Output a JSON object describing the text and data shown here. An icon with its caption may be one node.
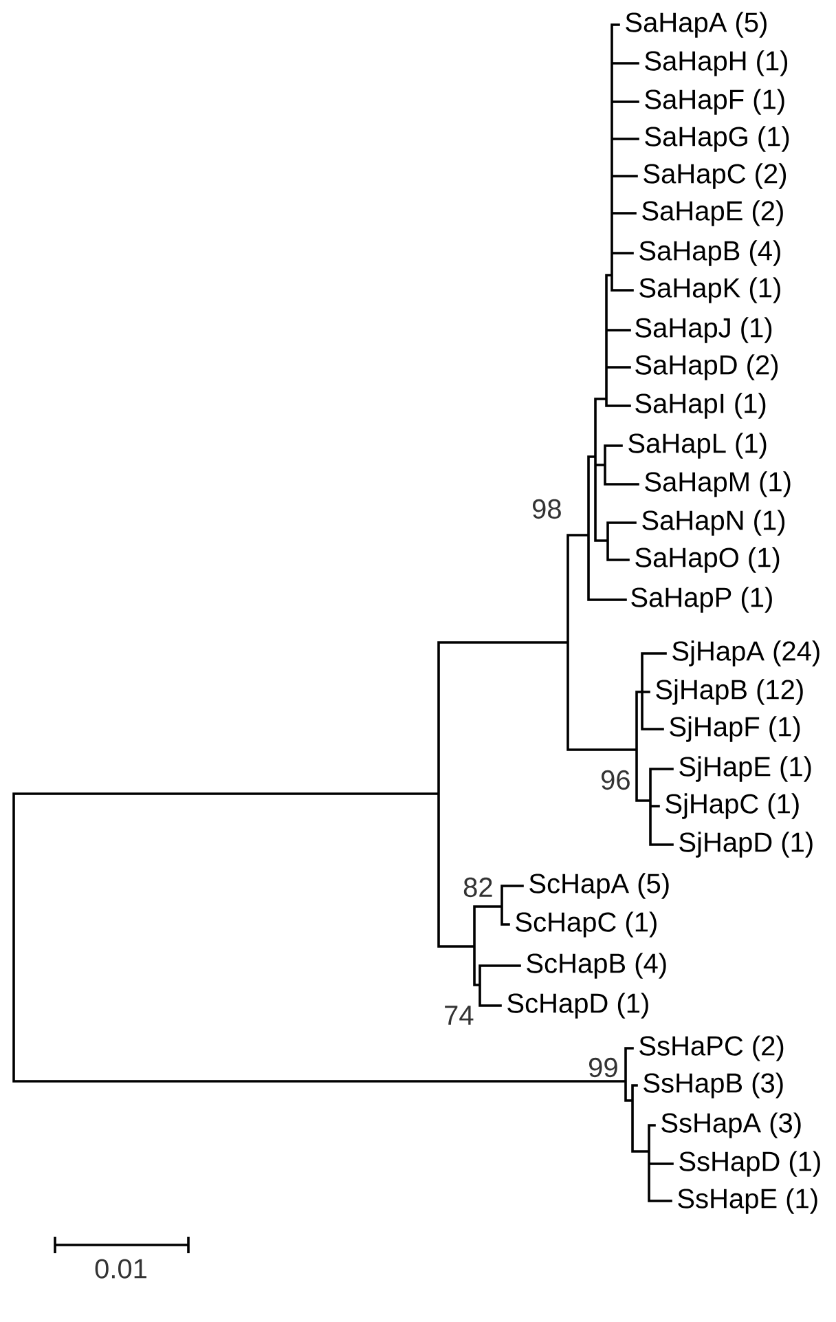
{
  "diagram": {
    "labels": [
      "SaHapA (5)",
      "SaHapH (1)",
      "SaHapF (1)",
      "SaHapG (1)",
      "SaHapC (2)",
      "SaHapE (2)",
      "SaHapB (4)",
      "SaHapK (1)",
      "SaHapJ (1)",
      "SaHapD (2)",
      "SaHapI (1)",
      "SaHapL (1)",
      "SaHapM (1)",
      "SaHapN (1)",
      "SaHapO (1)",
      "SaHapP (1)",
      "98",
      "SjHapA (24)",
      "SjHapB (12)",
      "SjHapF (1)",
      "SjHapE (1)",
      "96",
      "SjHapC (1)",
      "SjHapD (1)",
      "82",
      "ScHapA (5)",
      "ScHapC (1)",
      "ScHapB (4)",
      "ScHapD (1)",
      "74",
      "SsHaPC (2)",
      "99",
      "SsHapB (3)",
      "SsHapA (3)",
      "SsHapD (1)",
      "SsHapE (1)",
      "0.01"
    ]
  }
}
